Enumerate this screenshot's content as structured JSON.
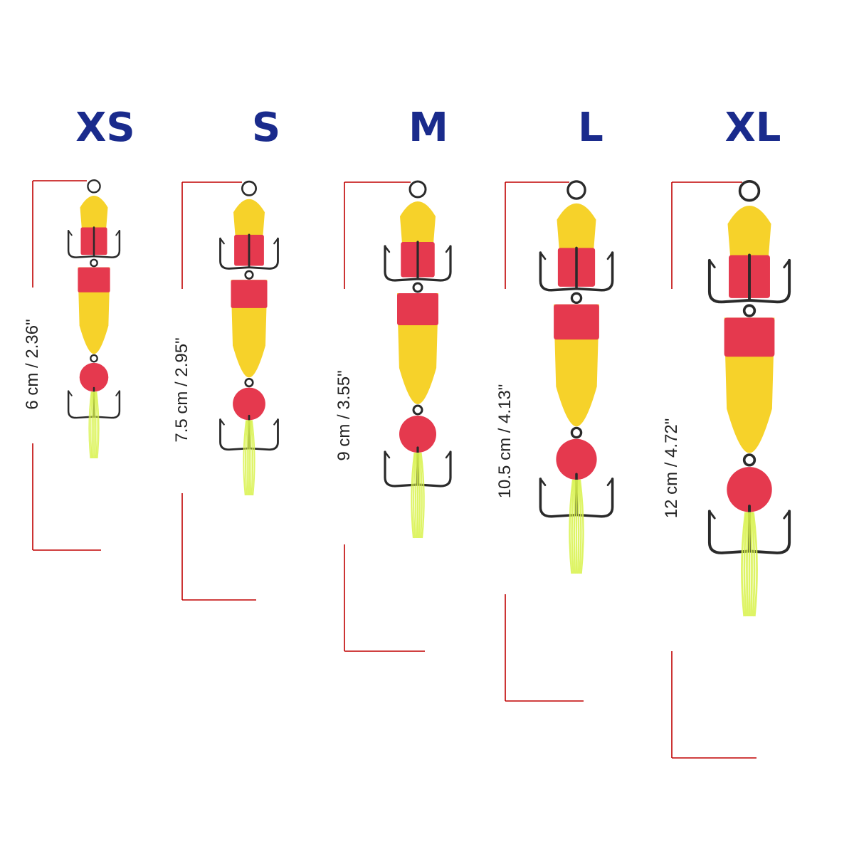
{
  "colors": {
    "label": "#1a2b8c",
    "yellow": "#f6d22a",
    "red": "#e5394e",
    "line": "#c00000",
    "hook": "#2a2a2a",
    "fiber": "#d8f24a"
  },
  "lures": [
    {
      "size": "XS",
      "length_cm": 6,
      "dimension": "6 cm / 2.36\""
    },
    {
      "size": "S",
      "length_cm": 7.5,
      "dimension": "7.5 cm / 2.95\""
    },
    {
      "size": "M",
      "length_cm": 9,
      "dimension": "9 cm / 3.55\""
    },
    {
      "size": "L",
      "length_cm": 10.5,
      "dimension": "10.5 cm / 4.13\""
    },
    {
      "size": "XL",
      "length_cm": 12,
      "dimension": "12 cm / 4.72\""
    }
  ]
}
